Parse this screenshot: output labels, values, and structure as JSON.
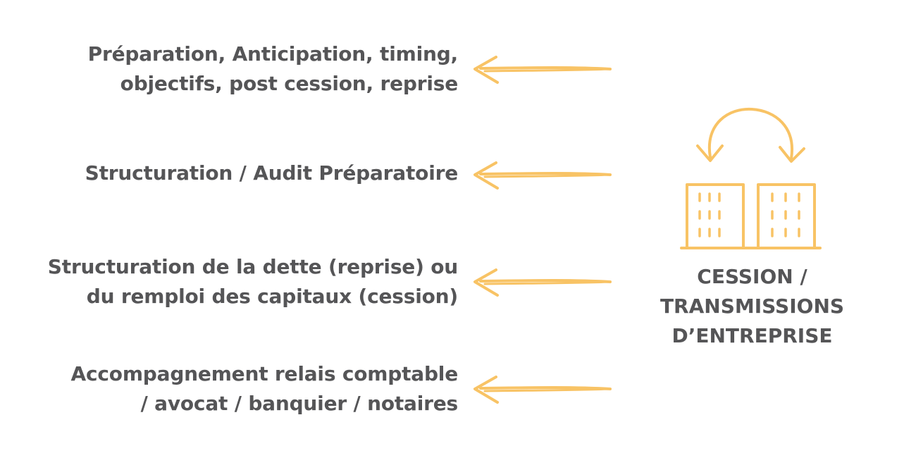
{
  "items": [
    {
      "lines": [
        "Préparation, Anticipation, timing,",
        "objectifs, post cession, reprise"
      ]
    },
    {
      "lines": [
        "Structuration / Audit Préparatoire"
      ]
    },
    {
      "lines": [
        "Structuration de la dette (reprise) ou",
        "du remploi des capitaux (cession)"
      ]
    },
    {
      "lines": [
        "Accompagnement relais comptable",
        "/ avocat / banquier / notaires"
      ]
    }
  ],
  "caption": {
    "lines": [
      "CESSION /",
      "TRANSMISSIONS",
      "D’ENTREPRISE"
    ]
  },
  "colors": {
    "accent": "#F8C365",
    "text": "#555557",
    "background": "#FFFFFF"
  },
  "icons": {
    "arrow": "left-arrow-icon",
    "main": "business-transfer-icon"
  }
}
